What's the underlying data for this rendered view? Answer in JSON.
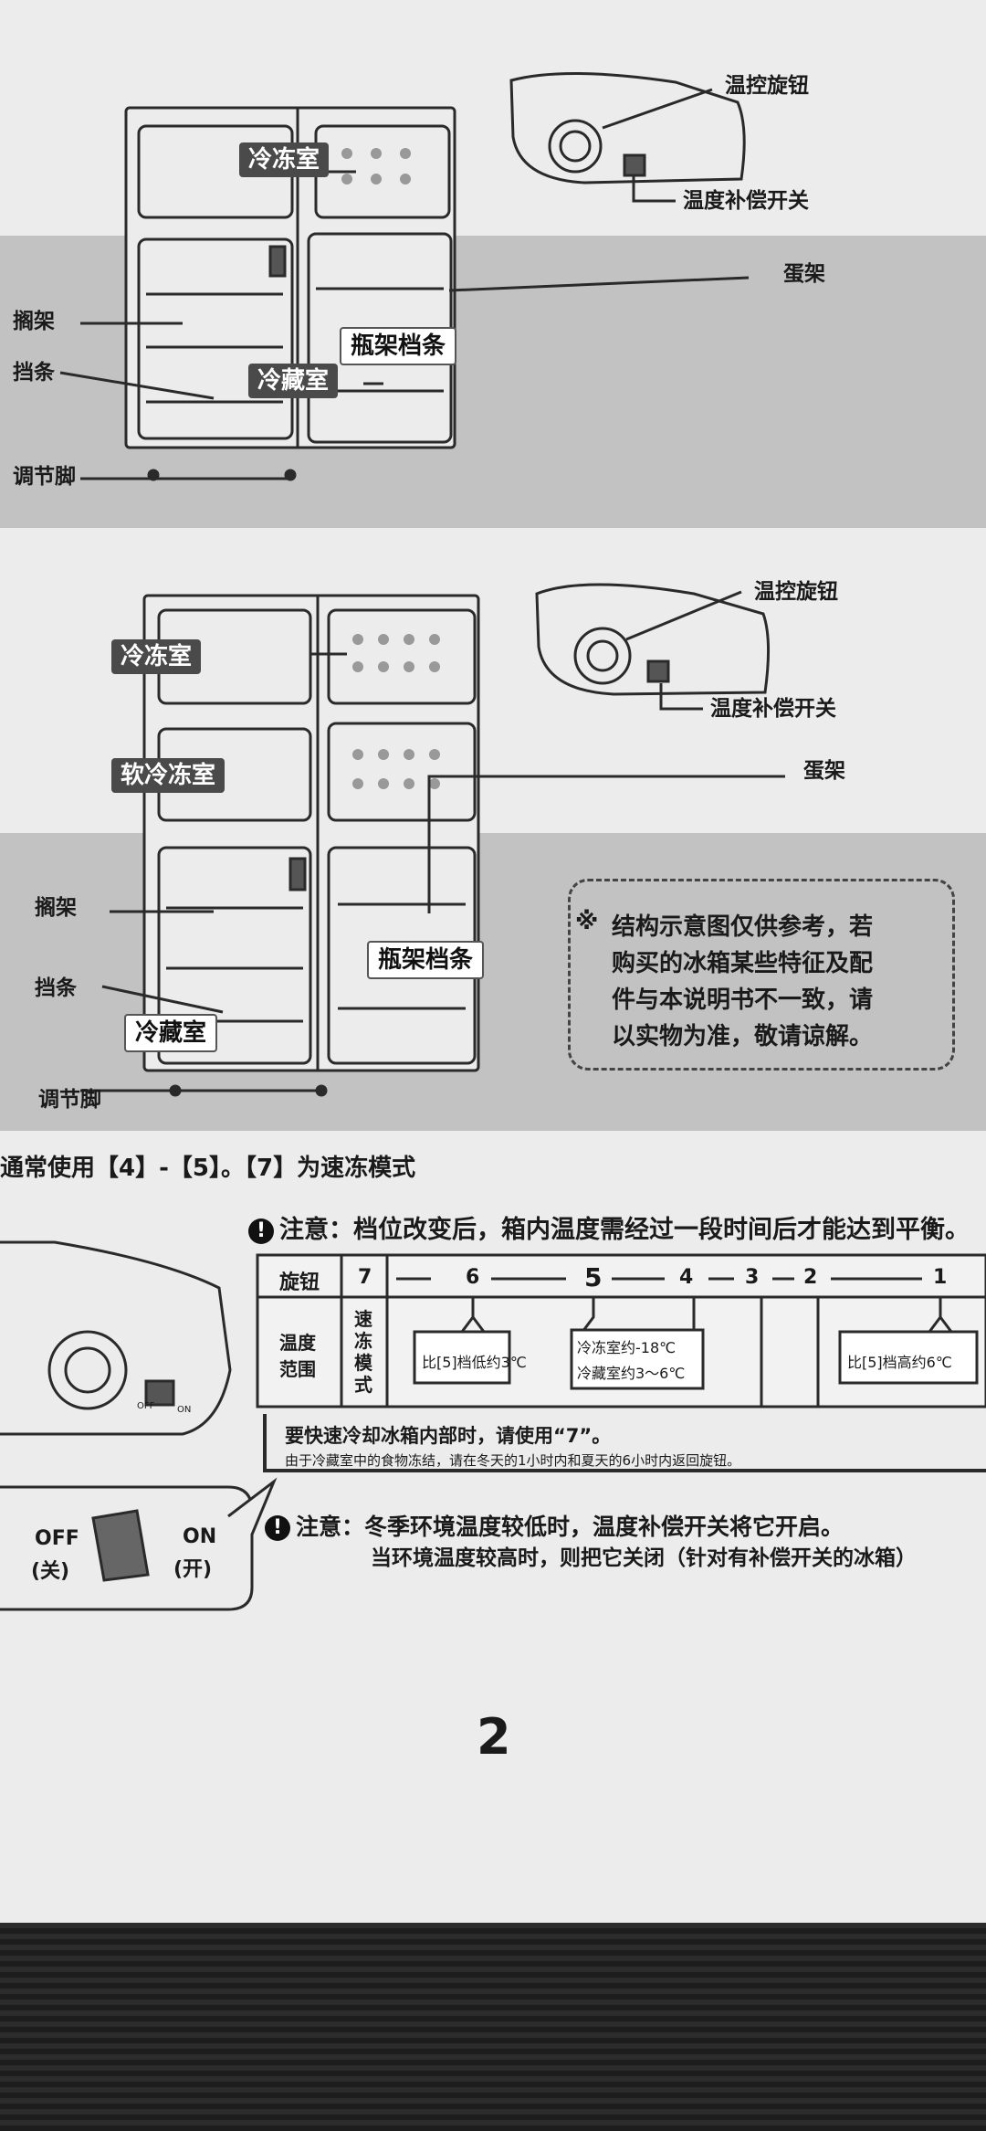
{
  "diagram1": {
    "labels": {
      "freezer": "冷冻室",
      "fridge": "冷藏室",
      "bottle_rail": "瓶架档条",
      "knob": "温控旋钮",
      "comp_switch": "温度补偿开关",
      "egg": "蛋架",
      "shelf": "搁架",
      "rail": "挡条",
      "foot": "调节脚"
    }
  },
  "diagram2": {
    "labels": {
      "freezer": "冷冻室",
      "soft_freezer": "软冷冻室",
      "fridge": "冷藏室",
      "bottle_rail": "瓶架档条",
      "knob": "温控旋钮",
      "comp_switch": "温度补偿开关",
      "egg": "蛋架",
      "shelf": "搁架",
      "rail": "挡条",
      "foot": "调节脚"
    },
    "note": {
      "mark": "※",
      "lines": [
        "结构示意图仅供参考，若",
        "购买的冰箱某些特征及配",
        "件与本说明书不一致，请",
        "以实物为准，敬请谅解。"
      ]
    }
  },
  "section_title": "通常使用【4】-【5】。【7】为速冻模式",
  "warning1": {
    "icon": "!",
    "text": "注意：档位改变后，箱内温度需经过一段时间后才能达到平衡。"
  },
  "knob_table": {
    "row1_header": "旋钮",
    "row2_header": "温度范围",
    "seven": "7",
    "quick_freeze": "速冻模式",
    "positions": [
      "6",
      "5",
      "4",
      "3",
      "2",
      "1"
    ],
    "box_low": "比[5]档低约3℃",
    "box_mid_1": "冷冻室约-18℃",
    "box_mid_2": "冷藏室约3～6℃",
    "box_high": "比[5]档高约6℃"
  },
  "quick_note": {
    "main": "要快速冷却冰箱内部时，请使用“7”。",
    "sub": "由于冷藏室中的食物冻结，请在冬天的1小时内和夏天的6小时内返回旋钮。"
  },
  "switch_callout": {
    "off": "OFF",
    "off_cn": "(关)",
    "on": "ON",
    "on_cn": "(开)",
    "panel_off": "OFF",
    "panel_on": "ON"
  },
  "warning2": {
    "icon": "!",
    "line1": "注意：冬季环境温度较低时，温度补偿开关将它开启。",
    "line2": "当环境温度较高时，则把它关闭（针对有补偿开关的冰箱）"
  },
  "page_number": "2"
}
